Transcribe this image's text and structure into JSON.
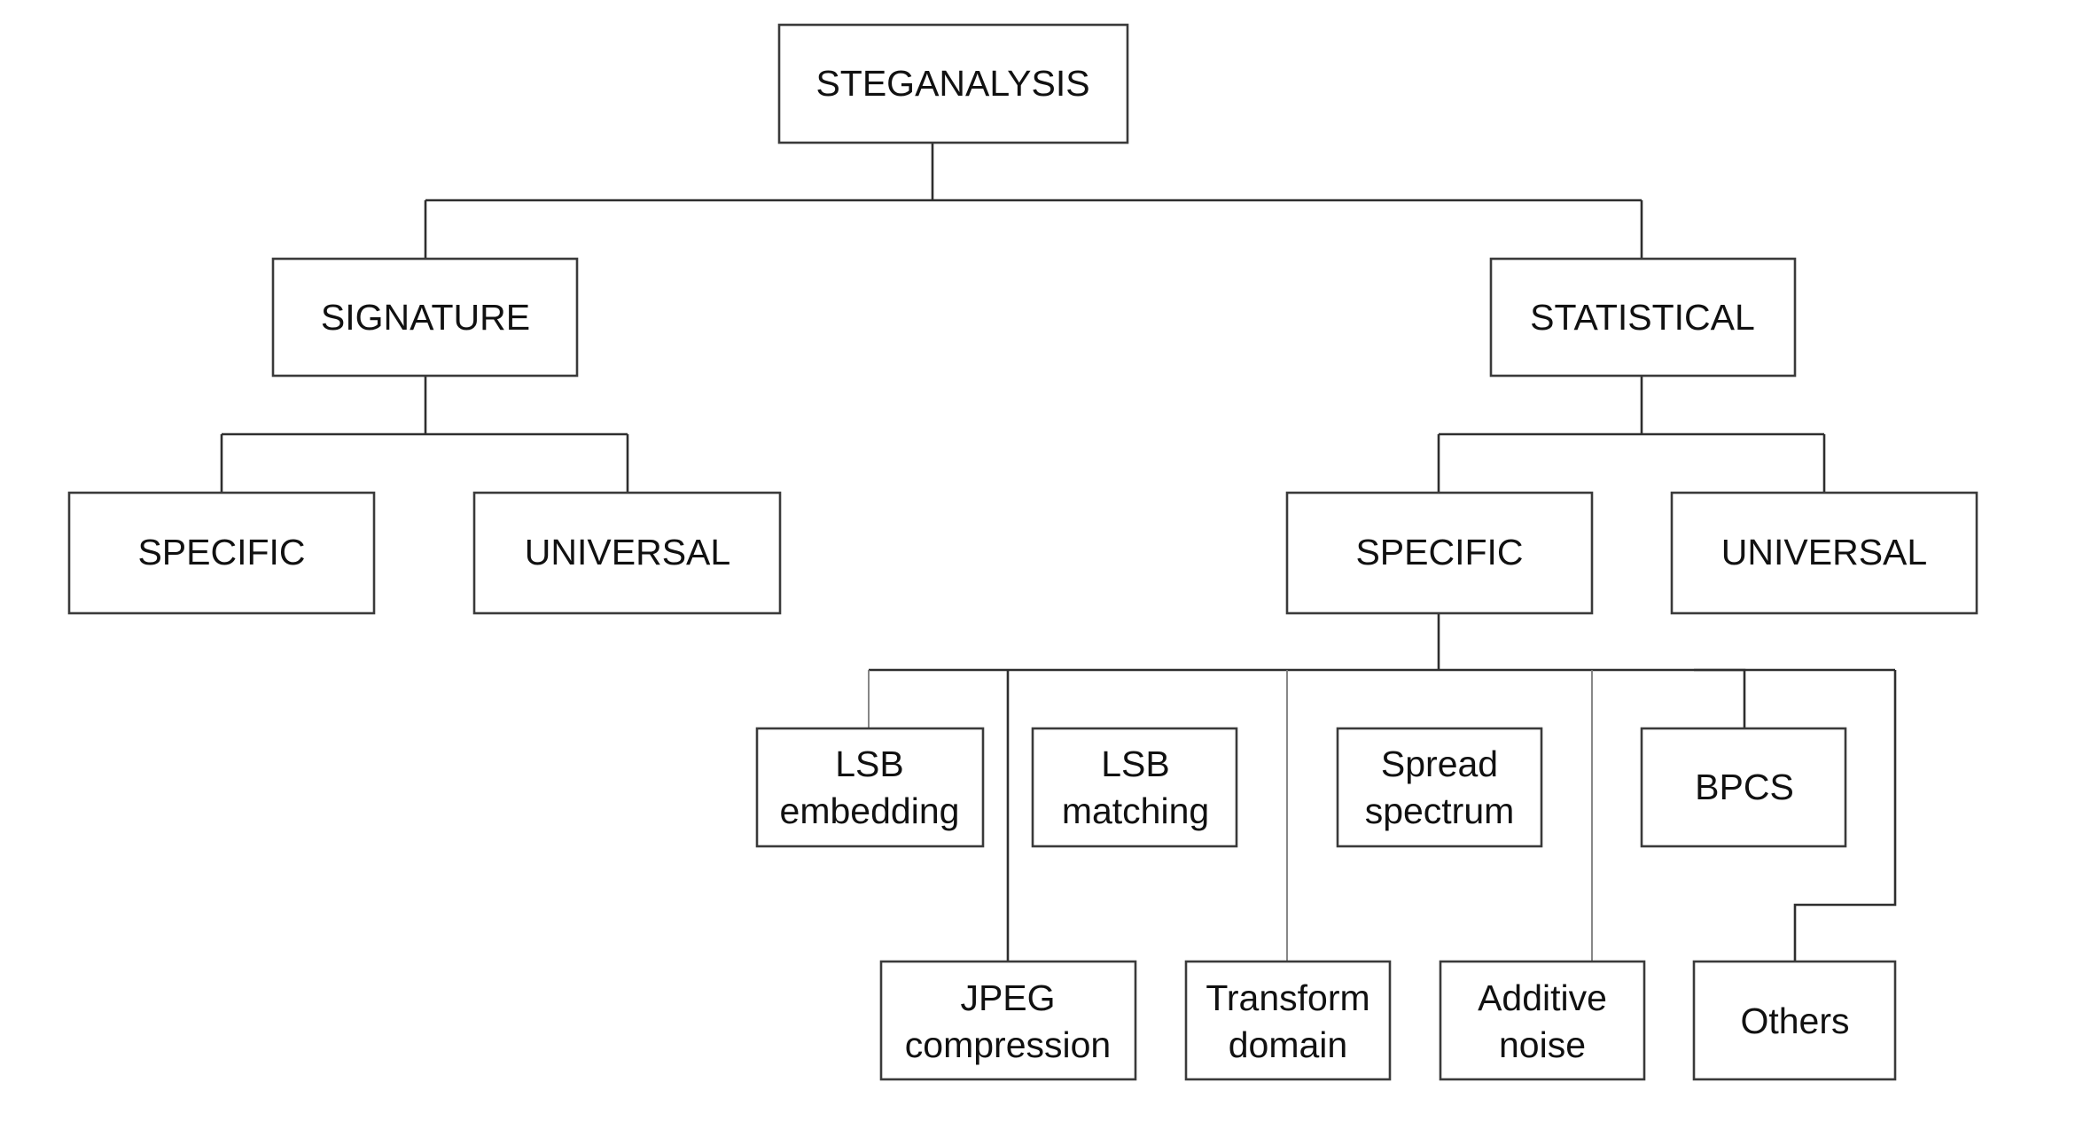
{
  "root": {
    "label": "STEGANALYSIS"
  },
  "level1": {
    "signature": {
      "label": "SIGNATURE",
      "children": {
        "specific": "SPECIFIC",
        "universal": "UNIVERSAL"
      }
    },
    "statistical": {
      "label": "STATISTICAL",
      "children": {
        "specific": "SPECIFIC",
        "universal": "UNIVERSAL"
      }
    }
  },
  "statistical_specific_children": {
    "top_row": [
      {
        "lines": [
          "LSB",
          "embedding"
        ]
      },
      {
        "lines": [
          "LSB",
          "matching"
        ]
      },
      {
        "lines": [
          "Spread",
          "spectrum"
        ]
      },
      {
        "lines": [
          "BPCS"
        ]
      }
    ],
    "bottom_row": [
      {
        "lines": [
          "JPEG",
          "compression"
        ]
      },
      {
        "lines": [
          "Transform",
          "domain"
        ]
      },
      {
        "lines": [
          "Additive",
          "noise"
        ]
      },
      {
        "lines": [
          "Others"
        ]
      }
    ]
  }
}
